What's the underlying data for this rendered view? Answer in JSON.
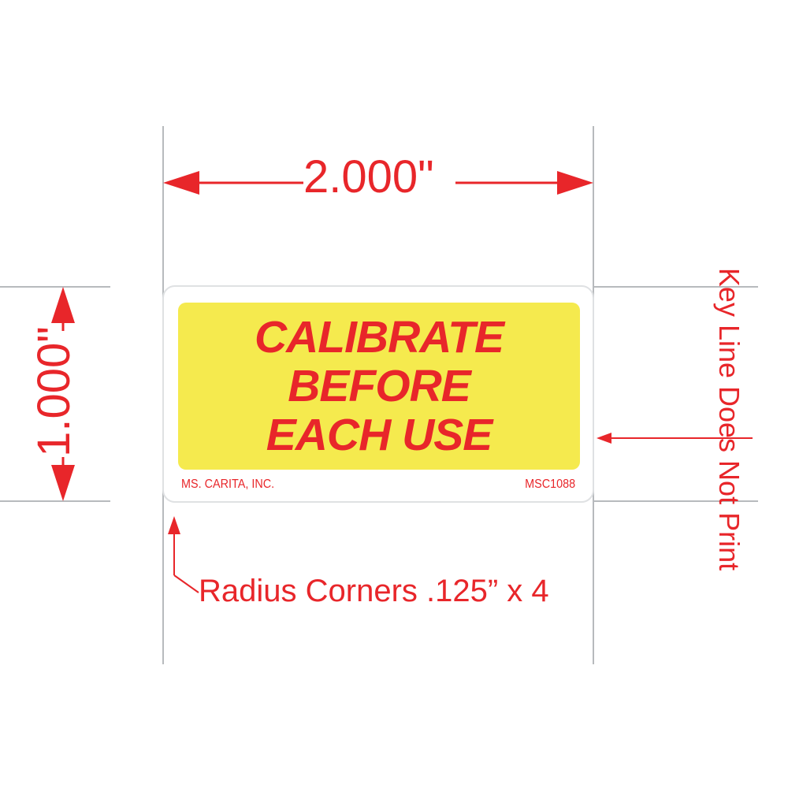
{
  "drawing": {
    "title": "Label Die Line Specification",
    "accent_color": "#e8262a",
    "label_fill_color": "#f5ea4e",
    "keyline_color": "#dfe1e3",
    "guide_color": "#b7babd",
    "background_color": "#ffffff"
  },
  "dimensions": {
    "width": {
      "value": "2.000\"",
      "orientation": "horizontal",
      "arrow_style": "double-ended"
    },
    "height": {
      "value": "1.000\"",
      "orientation": "vertical",
      "arrow_style": "double-ended"
    }
  },
  "annotations": {
    "keyline_note": "Key Line Does Not Print",
    "radius_note": "Radius Corners .125” x 4"
  },
  "label": {
    "headline_lines": [
      "CALIBRATE",
      "BEFORE",
      "EACH USE"
    ],
    "footer": {
      "company": "MS. CARITA, INC.",
      "part_number": "MSC1088"
    }
  }
}
